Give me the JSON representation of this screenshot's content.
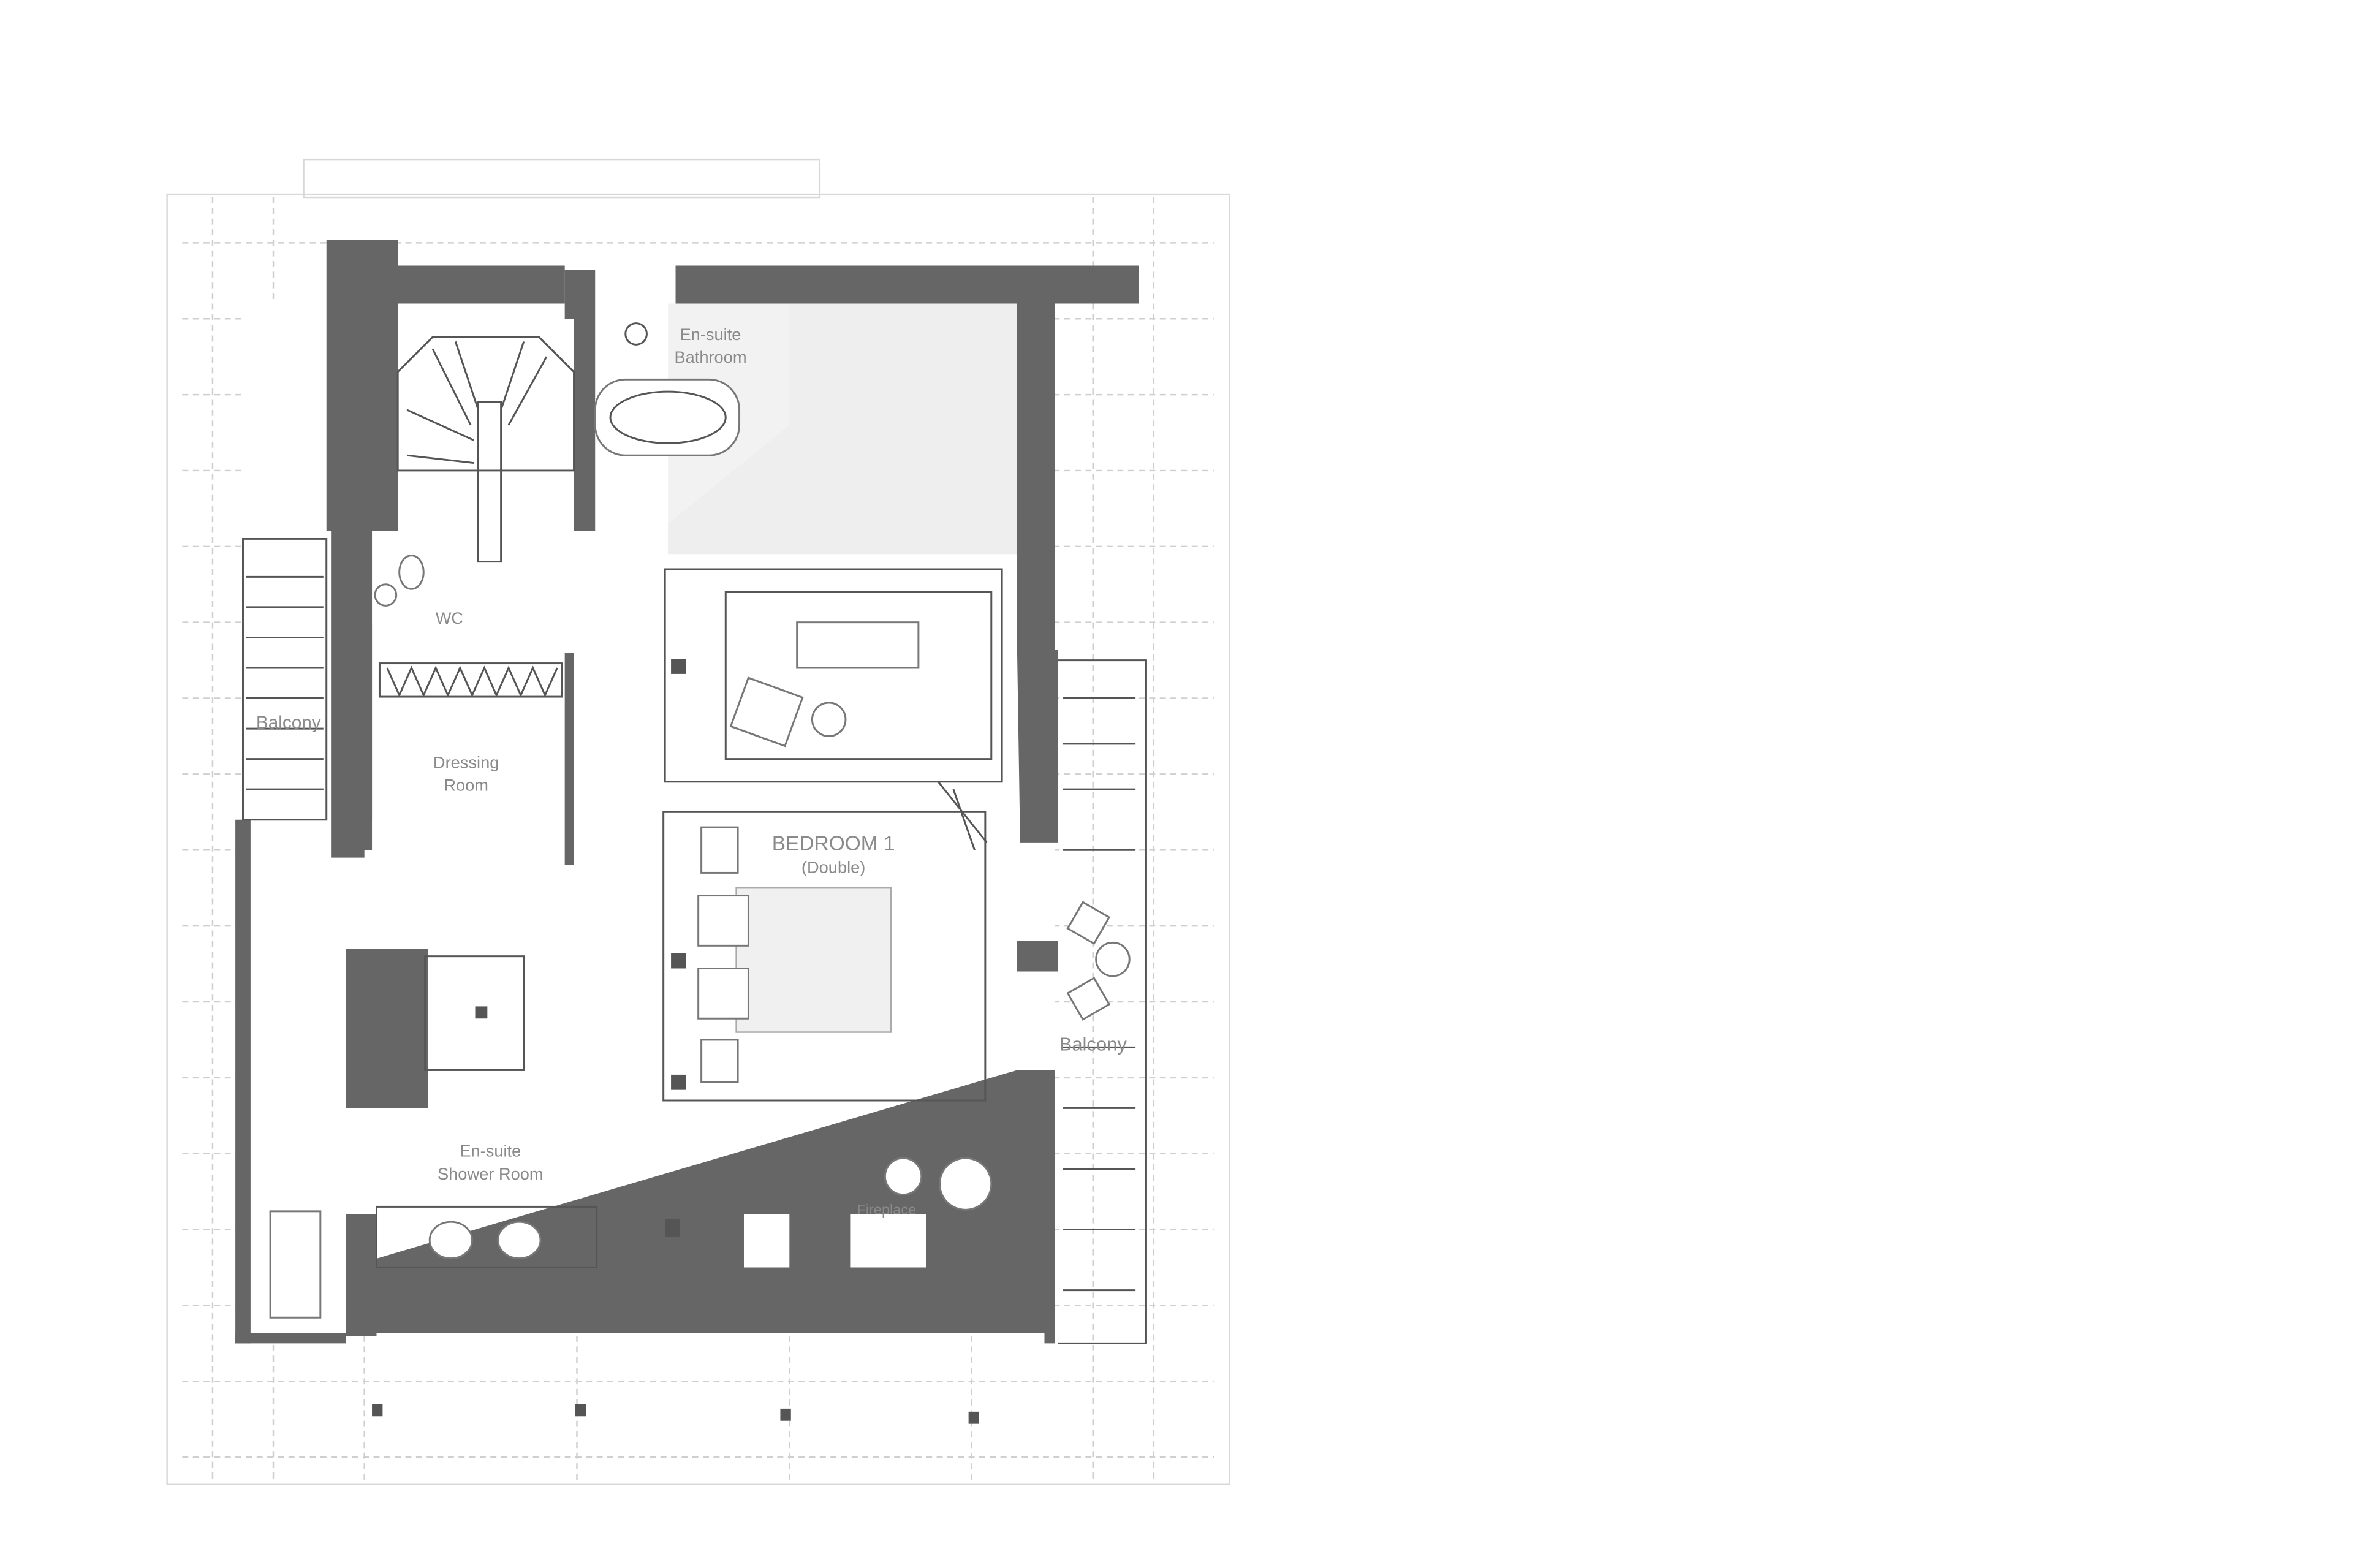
{
  "plan": {
    "rooms": {
      "ensuite_bathroom": [
        "En-suite",
        "Bathroom"
      ],
      "wc": "WC",
      "balcony_left": "Balcony",
      "dressing_room": [
        "Dressing",
        "Room"
      ],
      "bedroom": "BEDROOM 1",
      "bedroom_type": "(Double)",
      "balcony_right": "Balcony",
      "ensuite_shower": [
        "En-suite",
        "Shower Room"
      ],
      "fireplace": "Fireplace"
    },
    "colors": {
      "wall": "#666666",
      "line": "#555555",
      "label": "#8a8a8a",
      "surround": "#d0d0d0"
    }
  }
}
